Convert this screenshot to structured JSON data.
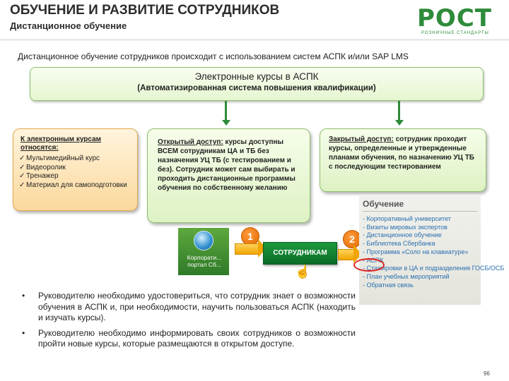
{
  "header": {
    "title": "ОБУЧЕНИЕ И РАЗВИТИЕ СОТРУДНИКОВ",
    "subtitle": "Дистанционное обучение"
  },
  "logo": {
    "main": "РОСТ",
    "sub": "РОЗНИЧНЫЕ СТАНДАРТЫ",
    "color": "#2e8b3a"
  },
  "intro": "Дистанционное обучение сотрудников происходит с использованием систем АСПК и/или SAP LMS",
  "top_box": {
    "line1": "Электронные курсы в АСПК",
    "line2": "(Автоматизированная система повышения квалификации)"
  },
  "orange_box": {
    "heading": "К электронным курсам относятся:",
    "items": [
      "Мультимедийный курс",
      "Видеоролик",
      "Тренажер",
      "Материал для самоподготовки"
    ],
    "check": "✓"
  },
  "open_box": {
    "lead": "Открытый доступ:",
    "text": " курсы доступны ВСЕМ сотрудникам ЦА и ТБ без назначения УЦ ТБ (с тестированием и без). Сотрудник может сам выбирать и проходить дистанционные программы обучения по собственному желанию"
  },
  "closed_box": {
    "lead": "Закрытый доступ:",
    "text": " сотрудник проходит курсы, определенные и утвержденные планами обучения, по назначению УЦ ТБ с последующим тестированием"
  },
  "desktop_icon": {
    "label": "Корпорати... портал Сб..."
  },
  "steps": {
    "one": "1",
    "two": "2"
  },
  "staff_button": "СОТРУДНИКАМ",
  "training_panel": {
    "heading": "Обучение",
    "items": [
      "- Корпоративный университет",
      "- Визиты мировых экспертов",
      "- Дистанционное обучение",
      "- Библиотека Сбербанка",
      "- Программа «Соло на клавиатуре»",
      "- АСПК",
      "- Стажировки в ЦА и подразделения ГОСБ/ОСБ",
      "- План учебных мероприятий",
      "- Обратная связь"
    ]
  },
  "bullets": [
    "Руководителю необходимо удостовериться, что сотрудник знает о возможности обучения в АСПК и, при необходимости, научить пользоваться АСПК (находить и изучать курсы).",
    "Руководителю необходимо информировать своих сотрудников о возможности пройти новые курсы, которые размещаются в открытом доступе."
  ],
  "bullet_char": "•",
  "page_number": "96",
  "colors": {
    "accent_green": "#2e8b3a",
    "orange": "#f0a500",
    "link_blue": "#2a6fb0",
    "highlight_red": "#dd2222"
  }
}
